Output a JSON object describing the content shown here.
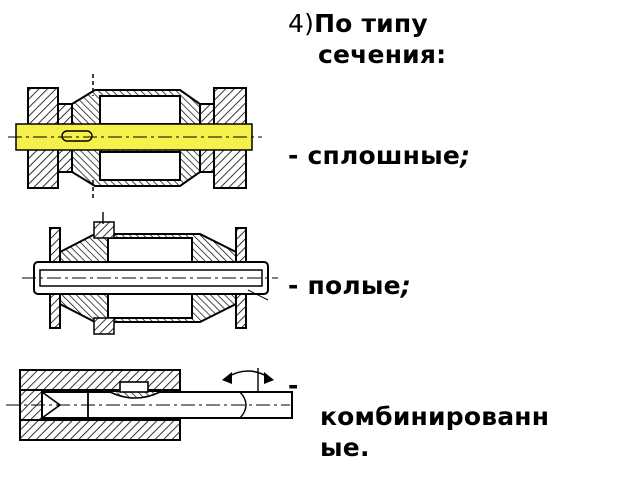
{
  "heading": {
    "number": "4)",
    "line1": "По типу",
    "line2": "сечения:"
  },
  "items": [
    {
      "dash": "- ",
      "label": "сплошные",
      "punct": ";"
    },
    {
      "dash": "- ",
      "label": "полые",
      "punct": ";"
    },
    {
      "dash": "-",
      "label_part1": "комбинированн",
      "label_part2": "ые",
      "punct": "."
    }
  ],
  "colors": {
    "highlight": "#f6f04a",
    "hatch": "#000000",
    "background": "#ffffff"
  }
}
